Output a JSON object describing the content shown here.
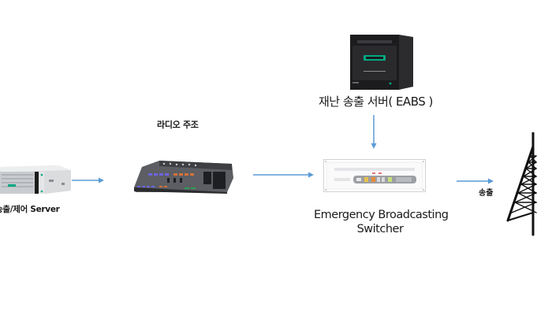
{
  "diagram": {
    "nodes": [
      {
        "id": "playout-server",
        "label": "송출/제어 Server",
        "icon": "rack-server-icon"
      },
      {
        "id": "radio-console",
        "label": "라디오 주조",
        "icon": "mixing-console-icon"
      },
      {
        "id": "eabs-server",
        "label": "재난 송출 서버( EABS )",
        "icon": "tower-server-icon"
      },
      {
        "id": "ebs-switcher",
        "label_line1": "Emergency Broadcasting",
        "label_line2": "Switcher",
        "icon": "rack-switcher-icon"
      },
      {
        "id": "transmitter",
        "label": "",
        "icon": "transmission-tower-icon"
      }
    ],
    "edges": [
      {
        "from": "playout-server",
        "to": "radio-console",
        "label": ""
      },
      {
        "from": "radio-console",
        "to": "ebs-switcher",
        "label": ""
      },
      {
        "from": "eabs-server",
        "to": "ebs-switcher",
        "label": ""
      },
      {
        "from": "ebs-switcher",
        "to": "transmitter",
        "label": "송출"
      }
    ],
    "colors": {
      "arrow": "#5b9bd5",
      "text": "#1a1a1a",
      "hpe_green": "#01a982"
    }
  }
}
